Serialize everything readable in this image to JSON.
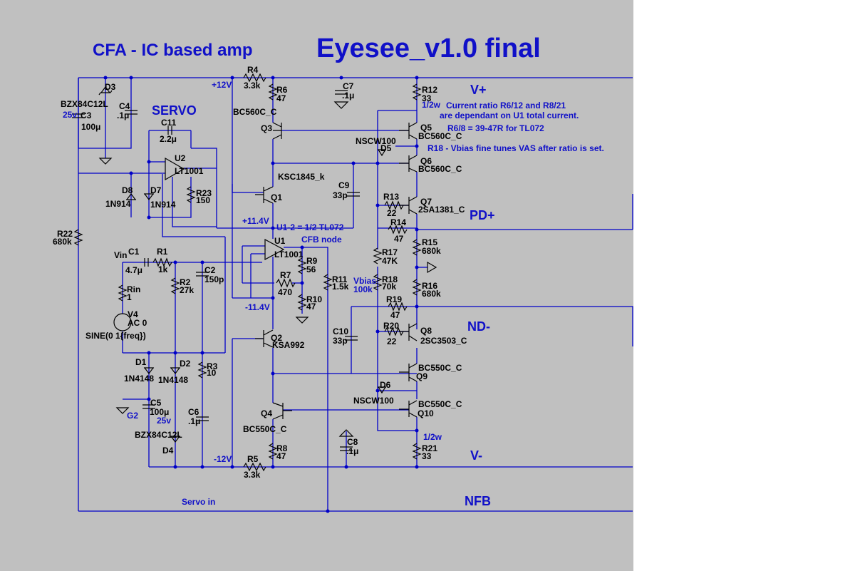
{
  "titles": {
    "main": "Eyesee_v1.0 final",
    "sub": "CFA - IC based amp",
    "servo": "SERVO"
  },
  "rails": {
    "vplus": "V+",
    "vminus": "V-",
    "pd": "PD+",
    "nd": "ND-",
    "nfb": "NFB",
    "p12": "+12V",
    "m12": "-12V",
    "p114": "+11.4V",
    "m114": "-11.4V",
    "servo_in": "Servo in",
    "cfb": "CFB node",
    "g2": "G2",
    "u12": "U1-2 = 1/2 TL072",
    "vin": "Vin"
  },
  "notes": {
    "n1": "Current ratio R6/12 and R8/21",
    "n2": "are dependant on U1 total current.",
    "n3": "R6/8 = 39-47R for TL072",
    "n4": "R18 - Vbias fine tunes VAS after ratio is set.",
    "w1": "1/2w",
    "w2": "1/2w"
  },
  "parts": {
    "R4": "R4",
    "R4v": "3.3k",
    "R5": "R5",
    "R5v": "3.3k",
    "R6": "R6",
    "R6v": "47",
    "R8": "R8",
    "R8v": "47",
    "R12": "R12",
    "R12v": "33",
    "R21": "R21",
    "R21v": "33",
    "R13": "R13",
    "R13v": "22",
    "R14": "R14",
    "R14v": "47",
    "R15": "R15",
    "R15v": "680k",
    "R16": "R16",
    "R16v": "680k",
    "R17": "R17",
    "R17v": "47K",
    "R18": "R18",
    "R18v": "70k",
    "R19": "R19",
    "R19v": "47",
    "R20": "R20",
    "R20v": "22",
    "R22": "R22",
    "R22v": "680k",
    "R23": "R23",
    "R23v": "150",
    "R1": "R1",
    "R1v": "1k",
    "R2": "R2",
    "R2v": "27k",
    "R3": "R3",
    "R3v": "10",
    "R7": "R7",
    "R7v": "470",
    "R9": "R9",
    "R9v": "56",
    "R10": "R10",
    "R10v": "47",
    "R11": "R11",
    "R11v": "1.5k",
    "Rin": "Rin",
    "Rinv": "1",
    "Vbias": "Vbias",
    "Vbiasv": "100k",
    "C1": "C1",
    "C1v": "4.7μ",
    "C2": "C2",
    "C2v": "150p",
    "C3": "C3",
    "C3v": "100μ",
    "C3v2": "25v",
    "C4": "C4",
    "C4v": ".1μ",
    "C5": "C5",
    "C5v": "100μ",
    "C5v2": "25v",
    "C6": "C6",
    "C6v": ".1μ",
    "C7": "C7",
    "C7v": ".1μ",
    "C8": "C8",
    "C8v": ".1μ",
    "C9": "C9",
    "C9v": "33p",
    "C10": "C10",
    "C10v": "33p",
    "C11": "C11",
    "C11v": "2.2μ",
    "D1": "D1",
    "D1v": "1N4148",
    "D2": "D2",
    "D2v": "1N4148",
    "D3": "D3",
    "D3v": "BZX84C12L",
    "D4": "D4",
    "D4v": "BZX84C12L",
    "D5": "D5",
    "D5v": "NSCW100",
    "D6": "D6",
    "D6v": "NSCW100",
    "D7": "D7",
    "D7v": "1N914",
    "D8": "D8",
    "D8v": "1N914",
    "U1": "U1",
    "U1v": "LT1001",
    "U2": "U2",
    "U2v": "LT1001",
    "V4": "V4",
    "V4v": "AC 0",
    "V4s": "SINE(0 1{freq})",
    "Q1": "Q1",
    "Q1v": "KSC1845_k",
    "Q2": "Q2",
    "Q2v": "KSA992",
    "Q3": "Q3",
    "Q3v": "BC560C_C",
    "Q4": "Q4",
    "Q4v": "BC550C_C",
    "Q5": "Q5",
    "Q5v": "BC560C_C",
    "Q6": "Q6",
    "Q6v": "BC560C_C",
    "Q7": "Q7",
    "Q7v": "2SA1381_C",
    "Q8": "Q8",
    "Q8v": "2SC3503_C",
    "Q9": "Q9",
    "Q9v": "BC550C_C",
    "Q10": "Q10",
    "Q10v": "BC550C_C"
  }
}
